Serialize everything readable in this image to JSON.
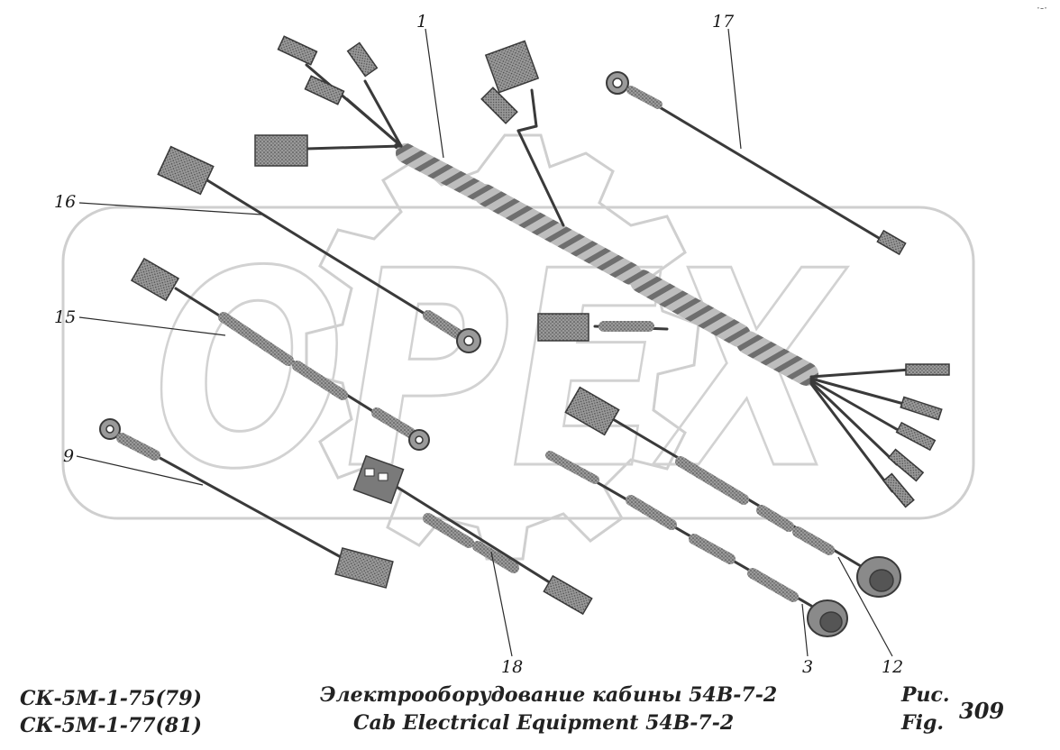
{
  "callouts": {
    "c1": "1",
    "c17": "17",
    "c16": "16",
    "c15": "15",
    "c9": "9",
    "c18": "18",
    "c3": "3",
    "c12": "12"
  },
  "footer": {
    "model_line_1": "СК-5М-1-75(79)",
    "model_line_2": "СК-5М-1-77(81)",
    "title_ru": "Электрооборудование кабины  54В-7-2",
    "title_en": "Cab Electrical Equipment  54В-7-2",
    "fig_label_ru": "Рис.",
    "fig_label_en": "Fig.",
    "fig_number": "309"
  },
  "watermark": {
    "text": "OPEX",
    "color": "#c9c9c9"
  },
  "colors": {
    "ink": "#3a3a3a",
    "sleeve": "#8a8a8a",
    "connector": "#6f6f6f"
  }
}
